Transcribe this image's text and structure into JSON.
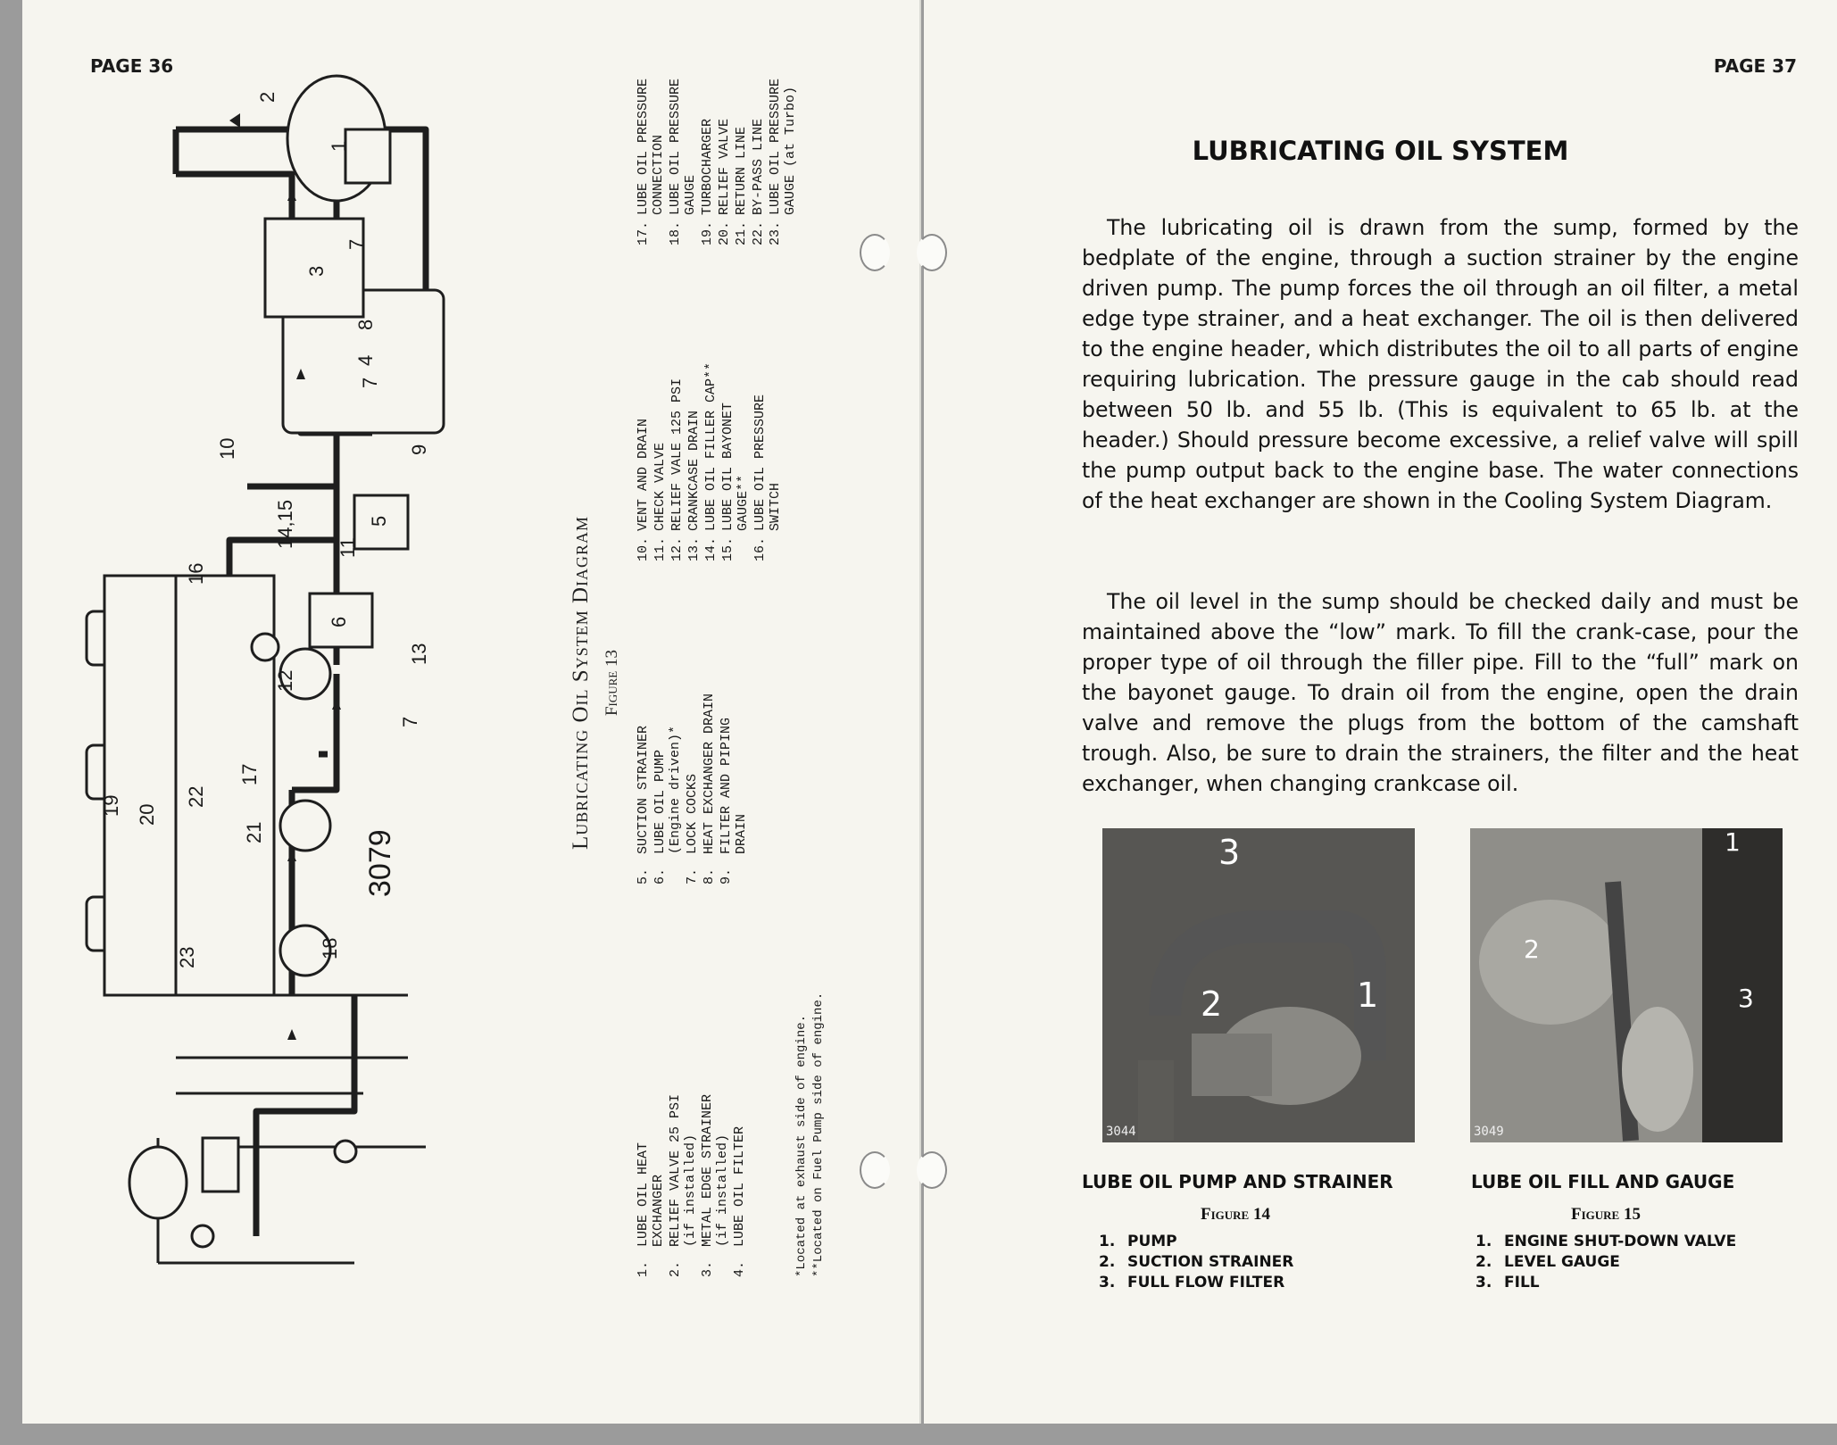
{
  "left_page": {
    "page_number": "PAGE 36",
    "diagram_number": "3079",
    "diagram_callouts": [
      "1",
      "2",
      "3",
      "4",
      "5",
      "6",
      "7",
      "7",
      "7",
      "8",
      "9",
      "10",
      "11",
      "12",
      "13",
      "14,15",
      "16",
      "17",
      "18",
      "19",
      "20",
      "21",
      "22",
      "23"
    ],
    "caption_title": "Lubricating Oil System Diagram",
    "caption_figure": "Figure 13",
    "legend_col1": [
      {
        "num": "1.",
        "text": "LUBE OIL HEAT\nEXCHANGER"
      },
      {
        "num": "2.",
        "text": "RELIEF VALVE 25 PSI\n(if installed)"
      },
      {
        "num": "3.",
        "text": "METAL EDGE STRAINER\n(if installed)"
      },
      {
        "num": "4.",
        "text": "LUBE OIL FILTER"
      }
    ],
    "legend_col2": [
      {
        "num": "5.",
        "text": "SUCTION STRAINER"
      },
      {
        "num": "6.",
        "text": "LUBE OIL PUMP\n(Engine driven)*"
      },
      {
        "num": "7.",
        "text": "LOCK COCKS"
      },
      {
        "num": "8.",
        "text": "HEAT EXCHANGER DRAIN"
      },
      {
        "num": "9.",
        "text": "FILTER AND PIPING\nDRAIN"
      }
    ],
    "legend_col3": [
      {
        "num": "10.",
        "text": "VENT AND DRAIN"
      },
      {
        "num": "11.",
        "text": "CHECK VALVE"
      },
      {
        "num": "12.",
        "text": "RELIEF VALE 125 PSI"
      },
      {
        "num": "13.",
        "text": "CRANKCASE DRAIN"
      },
      {
        "num": "14.",
        "text": "LUBE OIL FILLER CAP**"
      },
      {
        "num": "15.",
        "text": "LUBE OIL BAYONET\nGAUGE**"
      },
      {
        "num": "16.",
        "text": "LUBE OIL PRESSURE\nSWITCH"
      }
    ],
    "legend_col4": [
      {
        "num": "17.",
        "text": "LUBE OIL PRESSURE\nCONNECTION"
      },
      {
        "num": "18.",
        "text": "LUBE OIL PRESSURE\nGAUGE"
      },
      {
        "num": "19.",
        "text": "TURBOCHARGER"
      },
      {
        "num": "20.",
        "text": "RELIEF VALVE"
      },
      {
        "num": "21.",
        "text": "RETURN LINE"
      },
      {
        "num": "22.",
        "text": "BY-PASS LINE"
      },
      {
        "num": "23.",
        "text": "LUBE OIL PRESSURE\nGAUGE (at Turbo)"
      }
    ],
    "note1": "*Located at exhaust side of engine.",
    "note2": "**Located on Fuel Pump side of engine."
  },
  "right_page": {
    "page_number": "PAGE 37",
    "title": "LUBRICATING OIL SYSTEM",
    "paragraph1": "The lubricating oil is drawn from the sump, formed by the bedplate of the engine, through a suction strainer by the engine driven pump. The pump forces the oil through an oil filter, a metal edge type strainer, and a heat exchanger. The oil is then delivered to the engine header, which distributes the oil to all parts of engine requiring lubrication. The pressure gauge in the cab should read between 50 lb. and 55 lb. (This is equivalent to 65 lb. at the header.) Should pressure become excessive, a relief valve will spill the pump output back to the engine base. The water connections of the heat exchanger are shown in the Cooling System Diagram.",
    "paragraph2": "The oil level in the sump should be checked daily and must be maintained above the “low” mark. To fill the crank-case, pour the proper type of oil through the filler pipe. Fill to the “full” mark on the bayonet gauge. To drain oil from the engine, open the drain valve and remove the plugs from the bottom of the camshaft trough. Also, be sure to drain the strainers, the filter and the heat exchanger, when changing crankcase oil.",
    "photo1": {
      "id": "3044",
      "callouts": [
        "1",
        "2",
        "3"
      ]
    },
    "photo2": {
      "id": "3049",
      "callouts": [
        "1",
        "2",
        "3"
      ]
    },
    "figure14": {
      "caption": "LUBE OIL PUMP AND STRAINER",
      "figure": "Figure 14",
      "items": [
        {
          "num": "1.",
          "text": "PUMP"
        },
        {
          "num": "2.",
          "text": "SUCTION STRAINER"
        },
        {
          "num": "3.",
          "text": "FULL FLOW FILTER"
        }
      ]
    },
    "figure15": {
      "caption": "LUBE OIL FILL AND GAUGE",
      "figure": "Figure 15",
      "items": [
        {
          "num": "1.",
          "text": "ENGINE SHUT-DOWN VALVE"
        },
        {
          "num": "2.",
          "text": "LEVEL GAUGE"
        },
        {
          "num": "3.",
          "text": "FILL"
        }
      ]
    }
  }
}
